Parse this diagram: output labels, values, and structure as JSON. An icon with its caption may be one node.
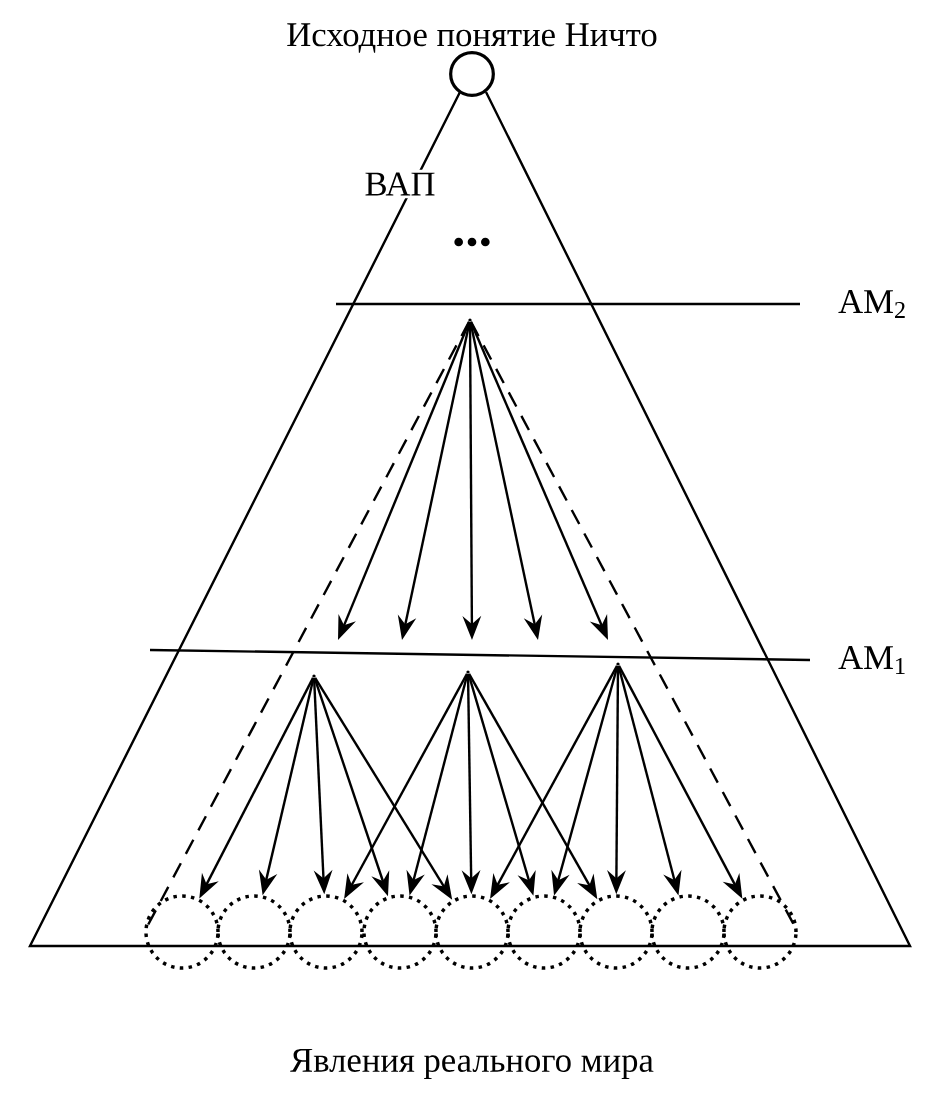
{
  "diagram": {
    "nodes": [
      {
        "text": [],
        "shape": "circle",
        "beside": [
          "Исходное понятие Ничто"
        ]
      },
      {
        "text": [],
        "shape": "point"
      },
      {
        "text": [],
        "shape": "point"
      },
      {
        "text": [],
        "shape": "point"
      },
      {
        "text": [],
        "shape": "point"
      },
      {
        "text": [],
        "shape": "circle"
      },
      {
        "text": [],
        "shape": "circle"
      },
      {
        "text": [],
        "shape": "circle"
      },
      {
        "text": [],
        "shape": "circle"
      },
      {
        "text": [],
        "shape": "circle"
      },
      {
        "text": [],
        "shape": "circle"
      },
      {
        "text": [],
        "shape": "circle"
      },
      {
        "text": [],
        "shape": "circle"
      },
      {
        "text": [],
        "shape": "circle"
      }
    ],
    "edges": [
      {
        "from": 1,
        "to": null,
        "arrow": "to"
      },
      {
        "from": 1,
        "to": null,
        "arrow": "to"
      },
      {
        "from": 1,
        "to": null,
        "arrow": "to"
      },
      {
        "from": 1,
        "to": null,
        "arrow": "to"
      },
      {
        "from": 1,
        "to": null,
        "arrow": "to"
      },
      {
        "from": 1,
        "to": 5,
        "arrow": "none",
        "style": "dashed"
      },
      {
        "from": 1,
        "to": 13,
        "arrow": "none",
        "style": "dashed"
      },
      {
        "from": 2,
        "to": 5,
        "arrow": "to"
      },
      {
        "from": 2,
        "to": 6,
        "arrow": "to"
      },
      {
        "from": 2,
        "to": 7,
        "arrow": "to"
      },
      {
        "from": 2,
        "to": 8,
        "arrow": "to"
      },
      {
        "from": 2,
        "to": 9,
        "arrow": "to"
      },
      {
        "from": 3,
        "to": 7,
        "arrow": "to"
      },
      {
        "from": 3,
        "to": 8,
        "arrow": "to"
      },
      {
        "from": 3,
        "to": 9,
        "arrow": "to"
      },
      {
        "from": 3,
        "to": 10,
        "arrow": "to"
      },
      {
        "from": 3,
        "to": 11,
        "arrow": "to"
      },
      {
        "from": 4,
        "to": 9,
        "arrow": "to"
      },
      {
        "from": 4,
        "to": 10,
        "arrow": "to"
      },
      {
        "from": 4,
        "to": 11,
        "arrow": "to"
      },
      {
        "from": 4,
        "to": 12,
        "arrow": "to"
      },
      {
        "from": 4,
        "to": 13,
        "arrow": "to"
      }
    ],
    "labels": [
      "ВАП",
      "...",
      "АМ$_{2}$",
      "АМ$_{1}$",
      "Явления реального мира"
    ]
  }
}
